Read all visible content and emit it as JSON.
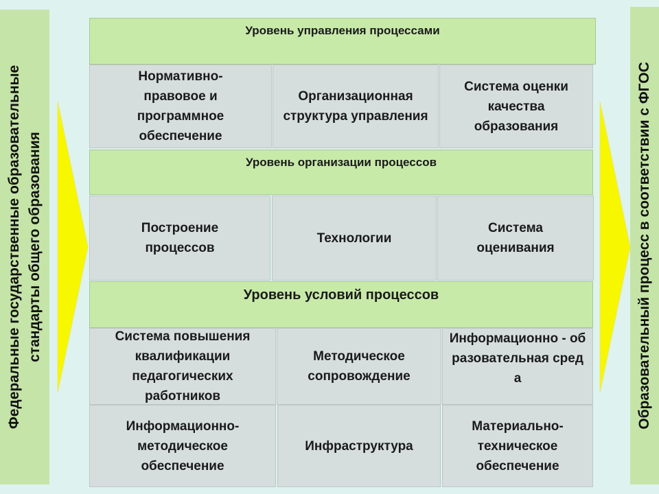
{
  "left_panel": {
    "text_line1": "Федеральные государственные образовательные",
    "text_line2": "стандарты общего образования"
  },
  "right_panel": {
    "text": "Образовательный процесс в соответствии с ФГОС"
  },
  "levels": [
    {
      "title": "Уровень управления процессами",
      "cells": [
        "Нормативно-правовое и программное обеспечение",
        "Организационная структура управления",
        "Система оценки качества образования"
      ]
    },
    {
      "title": "Уровень организации процессов",
      "cells": [
        "Построение процессов",
        "Технологии",
        "Система оценивания"
      ]
    },
    {
      "title": "Уровень условий процессов",
      "cells": [
        "Система повышения квалификации педагогических работников",
        "Методическое сопровождение",
        "Информационно - образовательная среда"
      ],
      "cells_row2": [
        "Информационно-методическое обеспечение",
        "Инфраструктура",
        "Материально-техническое обеспечение"
      ]
    }
  ],
  "colors": {
    "background": "#def3ef",
    "band": "#c8eaa9",
    "cell": "#d6dedd",
    "arrow": "#f7f700",
    "side": "#c5e4a8"
  }
}
